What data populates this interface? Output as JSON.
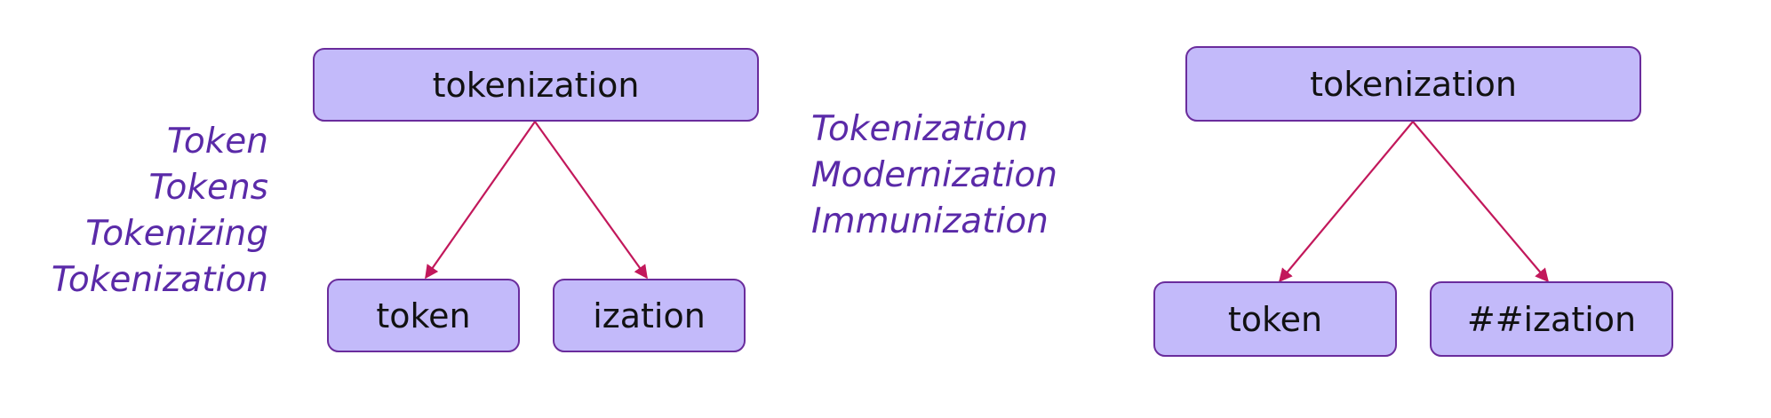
{
  "colors": {
    "box_fill": "#c3bafa",
    "box_border": "#6a2c9c",
    "arrow": "#c2185b",
    "word_text": "#5a2aa8",
    "box_text": "#111111"
  },
  "left_word_list": [
    "Token",
    "Tokens",
    "Tokenizing",
    "Tokenization"
  ],
  "middle_word_list": [
    "Tokenization",
    "Modernization",
    "Immunization"
  ],
  "tree_left": {
    "root": "tokenization",
    "child_left": "token",
    "child_right": "ization"
  },
  "tree_right": {
    "root": "tokenization",
    "child_left": "token",
    "child_right": "##ization"
  }
}
